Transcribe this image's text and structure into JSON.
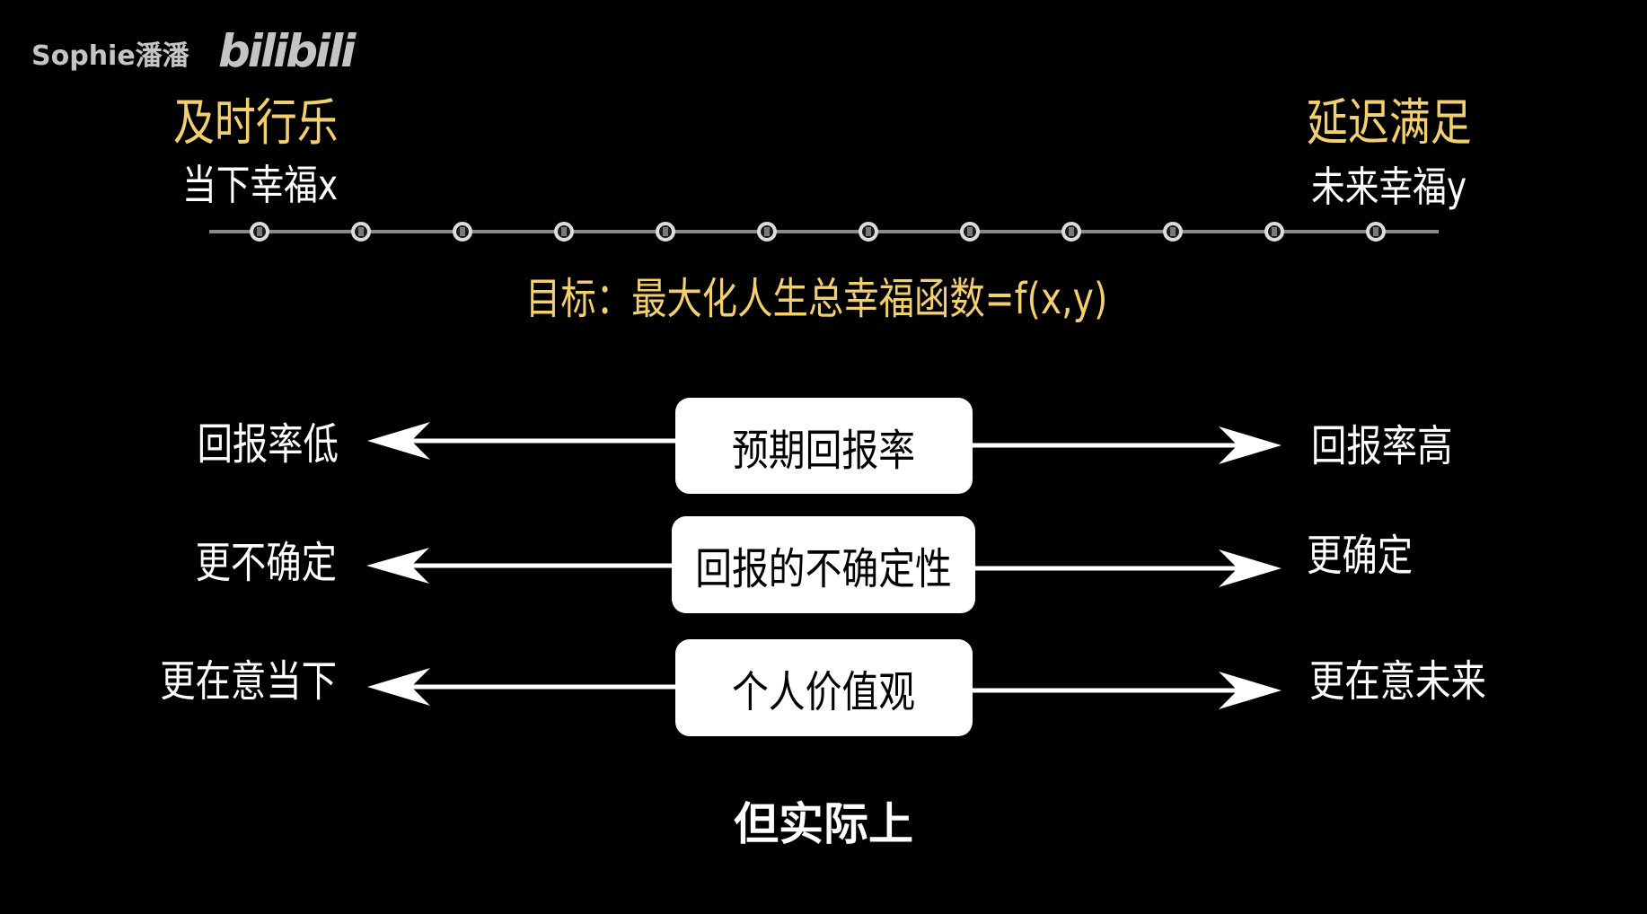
{
  "watermark": {
    "author": "Sophie潘潘",
    "logo": "bilibili",
    "color": "#c4c4c4"
  },
  "header": {
    "left": {
      "title": "及时行乐",
      "subtitle": "当下幸福x"
    },
    "right": {
      "title": "延迟满足",
      "subtitle": "未来幸福y"
    },
    "title_color": "#f4cf6e"
  },
  "timeline": {
    "dot_count": 12,
    "line_color": "#8a8a8a",
    "dot_color": "#dcdcdc"
  },
  "goal": "目标：最大化人生总幸福函数=f(x,y)",
  "factors": [
    {
      "center": "预期回报率",
      "left": "回报率低",
      "right": "回报率高"
    },
    {
      "center": "回报的不确定性",
      "left": "更不确定",
      "right": "更确定"
    },
    {
      "center": "个人价值观",
      "left": "更在意当下",
      "right": "更在意未来"
    }
  ],
  "footer": "但实际上"
}
